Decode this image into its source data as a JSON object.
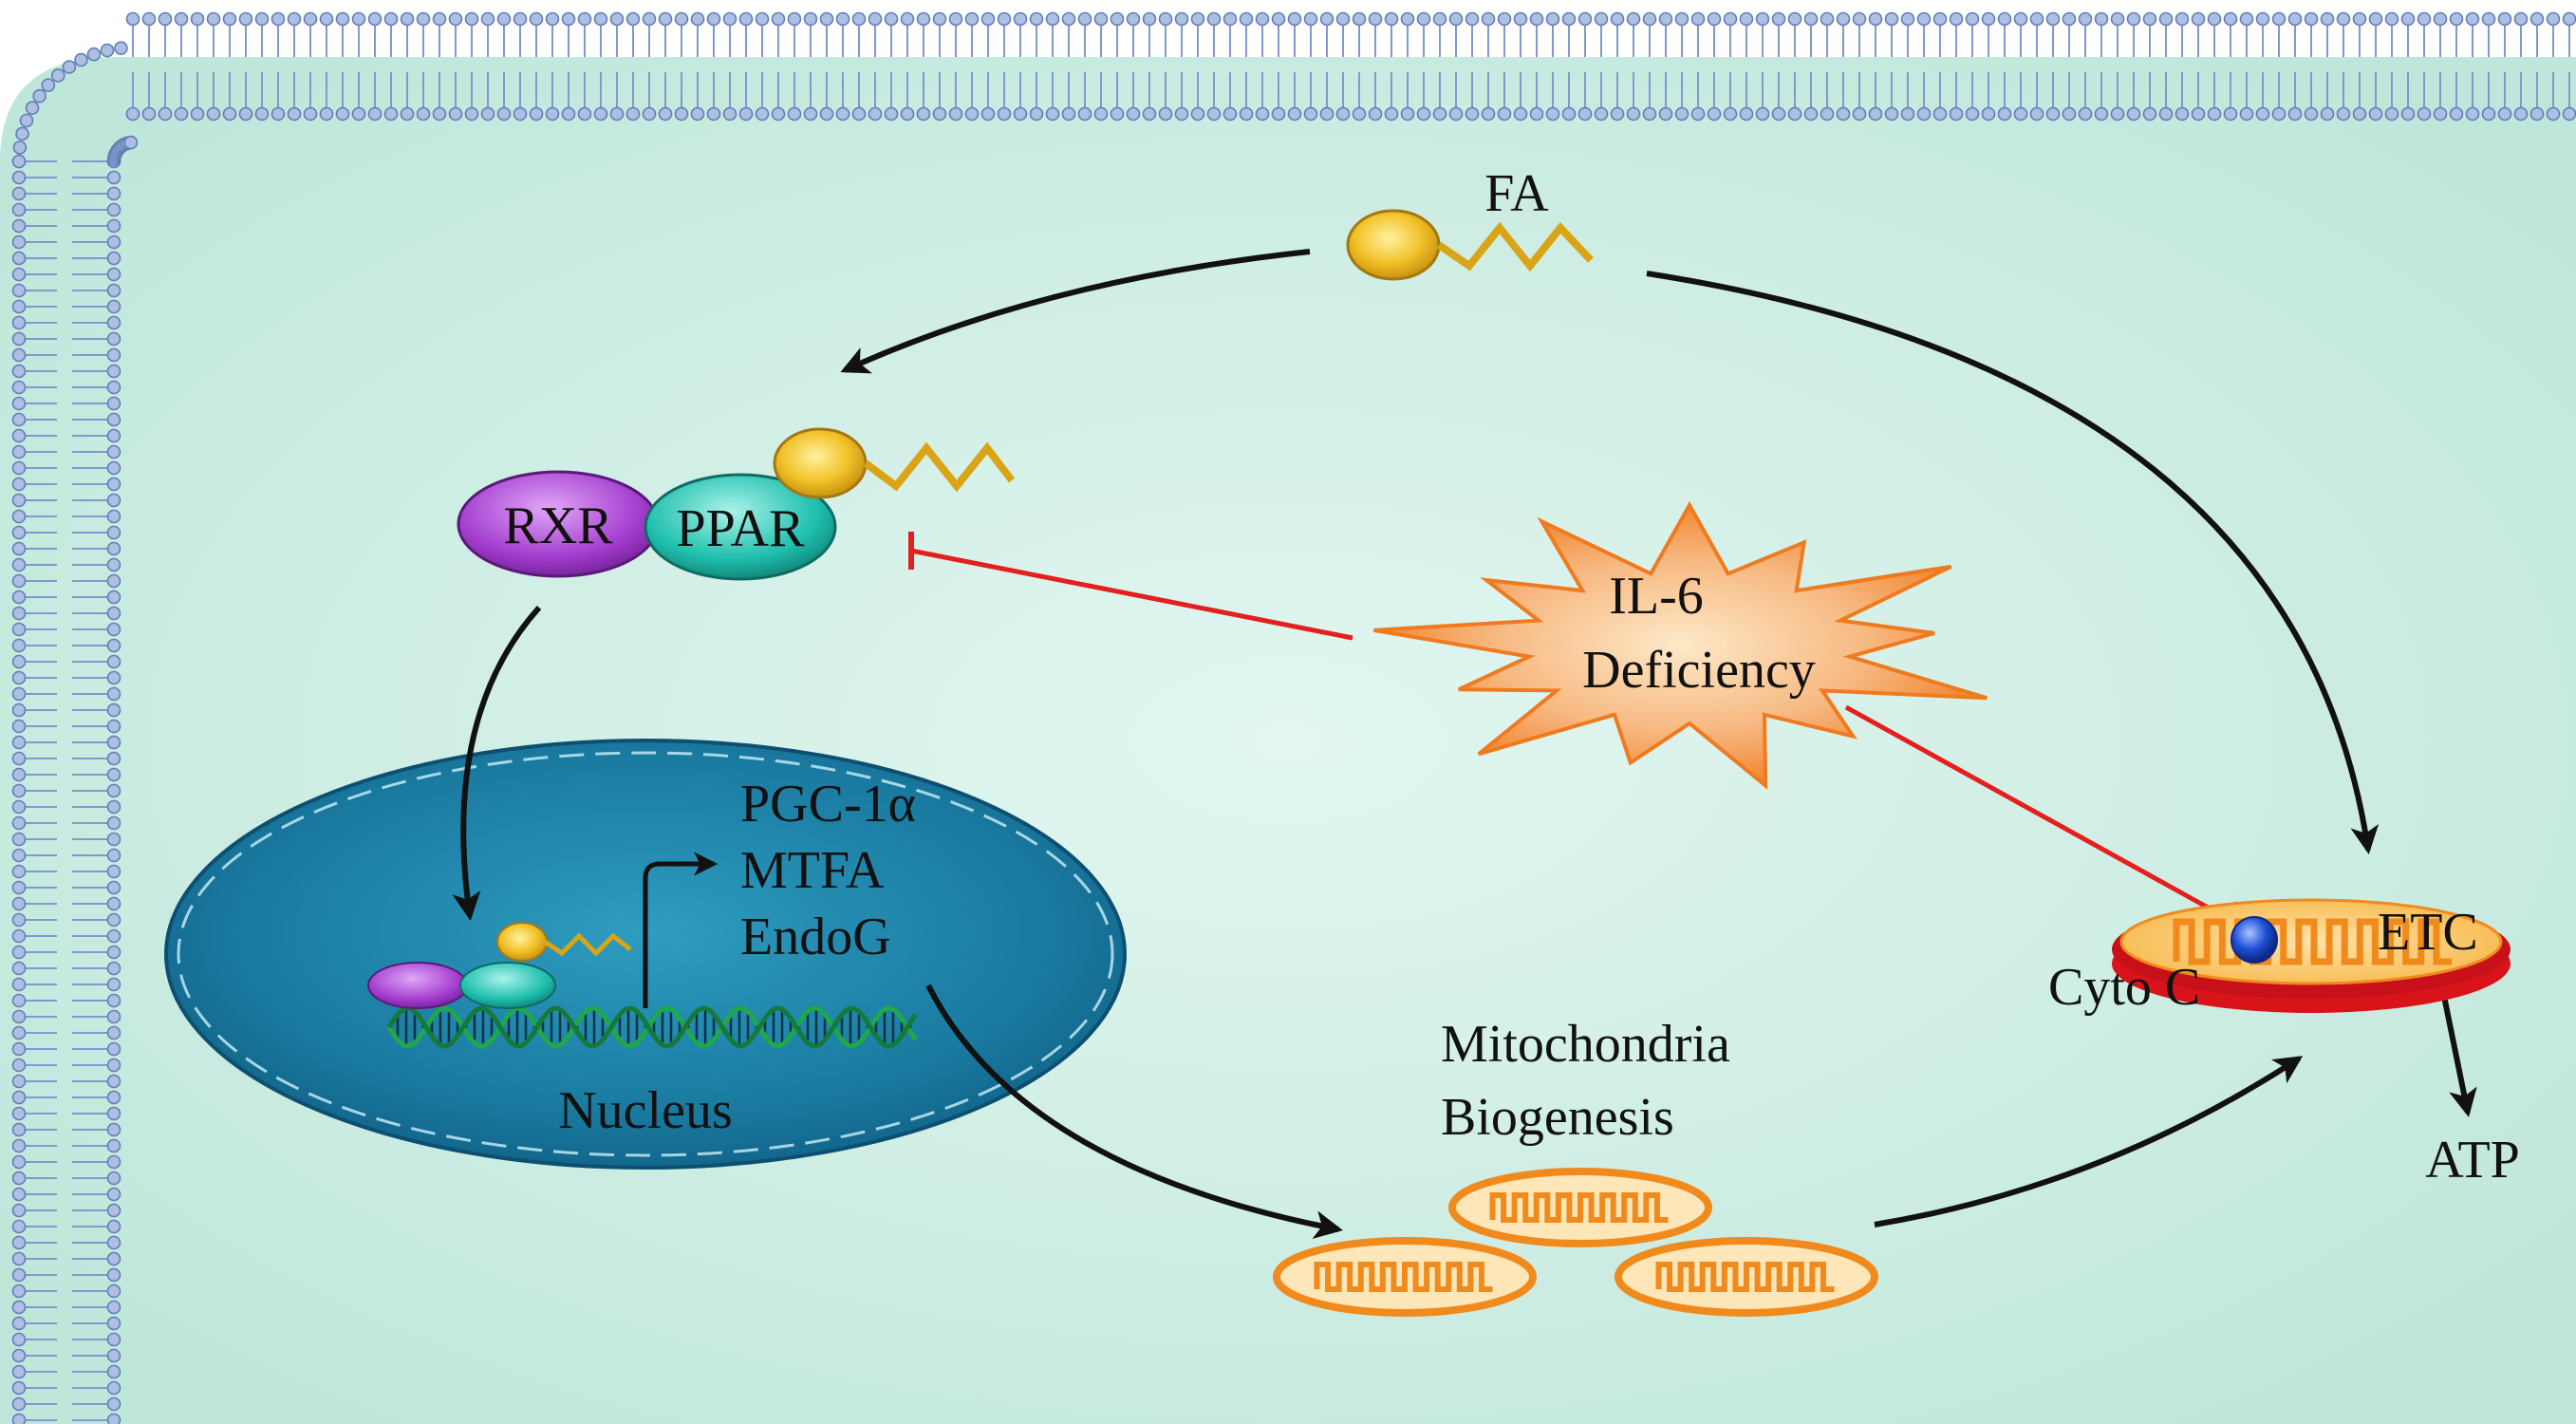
{
  "labels": {
    "fa": "FA",
    "rxr": "RXR",
    "ppar": "PPAR",
    "il6_line1": "IL-6",
    "il6_line2": "Deficiency",
    "genes": [
      "PGC-1α",
      "MTFA",
      "EndoG"
    ],
    "nucleus": "Nucleus",
    "biogenesis_line1": "Mitochondria",
    "biogenesis_line2": "Biogenesis",
    "cyto_c": "Cyto C",
    "etc": "ETC",
    "atp": "ATP"
  },
  "colors": {
    "cytoplasm": "#c9ede3",
    "membrane_head": "#aebfe3",
    "membrane_stroke": "#5f7fb6",
    "nucleus_fill": "#1f7fa6",
    "rxr": "#a53fd0",
    "ppar": "#1fbfae",
    "fatty_acid": "#e7b61c",
    "inhibition": "#e3201e",
    "activation_arrow": "#111111",
    "starburst": "#f07a1e",
    "mitochondria": "#f08a1c",
    "mito_membrane": "#d8141a",
    "cyto_c_ball": "#1f4fd6"
  }
}
